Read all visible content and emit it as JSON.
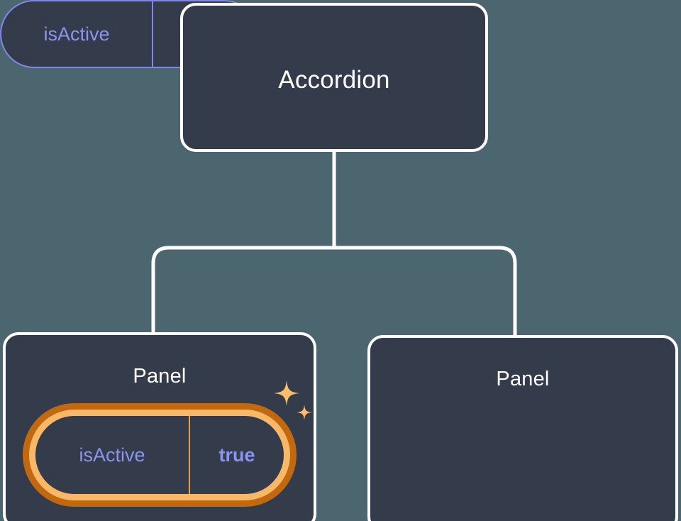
{
  "diagram": {
    "type": "component-tree",
    "background_color": "#4c6670",
    "node_fill_color": "#343b4a",
    "node_border_color": "#ffffff",
    "connector_color": "#ffffff",
    "accent_highlight_outer": "#c2690f",
    "accent_highlight_inner": "#f8b868",
    "badge_text_color": "#8e93f0",
    "sparkle_color": "#fbbf6b",
    "root": {
      "label": "Accordion"
    },
    "children": [
      {
        "label": "Panel",
        "highlighted": true,
        "prop": {
          "name": "isActive",
          "value": "true",
          "value_bold": true
        }
      },
      {
        "label": "Panel",
        "highlighted": false,
        "prop": {
          "name": "isActive",
          "value": "false",
          "value_bold": false
        }
      }
    ]
  }
}
